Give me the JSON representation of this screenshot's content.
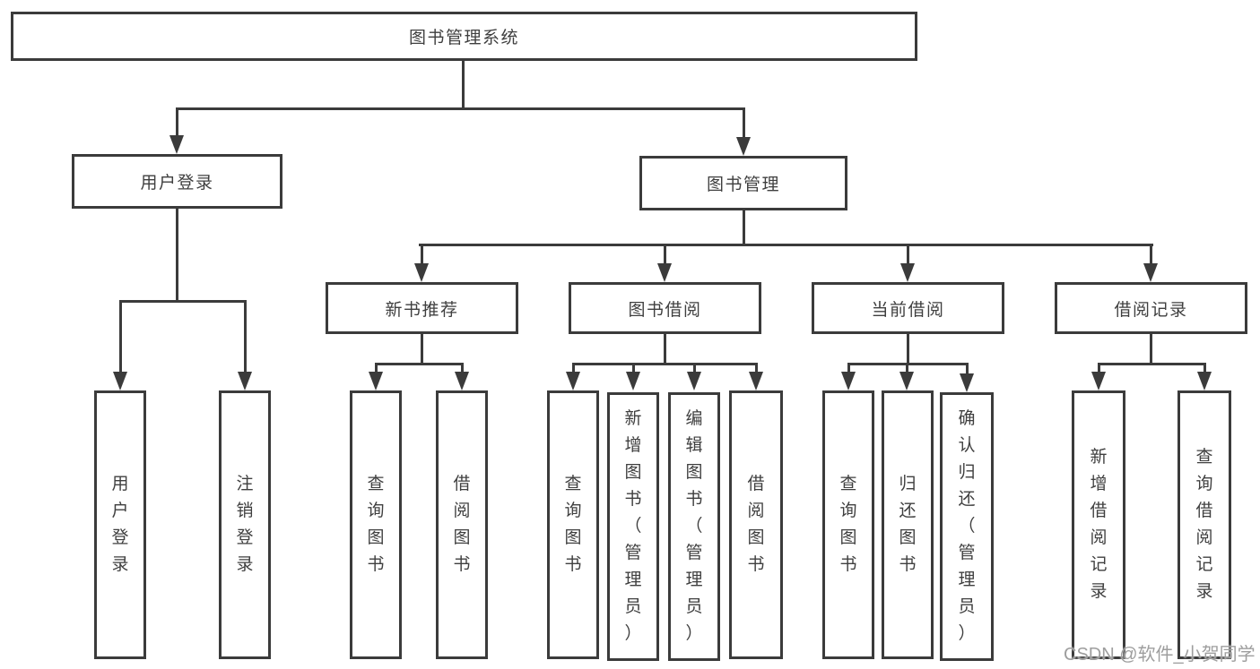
{
  "diagram": {
    "title": "图书管理系统",
    "type": "functional-structure-tree",
    "watermark": "CSDN @软件_小贺同学",
    "colors": {
      "line": "#3b3b3b",
      "box_border": "#3b3b3b",
      "text": "#3f3f3f",
      "background": "#ffffff",
      "watermark": "#9e9e9e"
    }
  },
  "nodes": {
    "root": {
      "label": "图书管理系统"
    },
    "user_login": {
      "label": "用户登录"
    },
    "book_mgmt": {
      "label": "图书管理"
    },
    "user_login_leaf": {
      "label": "用户登录"
    },
    "logout_leaf": {
      "label": "注销登录"
    },
    "new_book_rec": {
      "label": "新书推荐"
    },
    "book_borrow": {
      "label": "图书借阅"
    },
    "current_borrow": {
      "label": "当前借阅"
    },
    "borrow_records": {
      "label": "借阅记录"
    },
    "nbr_query_books": {
      "label": "查询图书"
    },
    "nbr_borrow_books": {
      "label": "借阅图书"
    },
    "bb_query_books": {
      "label": "查询图书"
    },
    "bb_add_books": {
      "label": "新增图书（管理员）"
    },
    "bb_edit_books": {
      "label": "编辑图书（管理员）"
    },
    "bb_borrow_books": {
      "label": "借阅图书"
    },
    "cb_query_books": {
      "label": "查询图书"
    },
    "cb_return_books": {
      "label": "归还图书"
    },
    "cb_confirm_return": {
      "label": "确认归还（管理员）"
    },
    "br_add_record": {
      "label": "新增借阅记录"
    },
    "br_query_record": {
      "label": "查询借阅记录"
    }
  }
}
